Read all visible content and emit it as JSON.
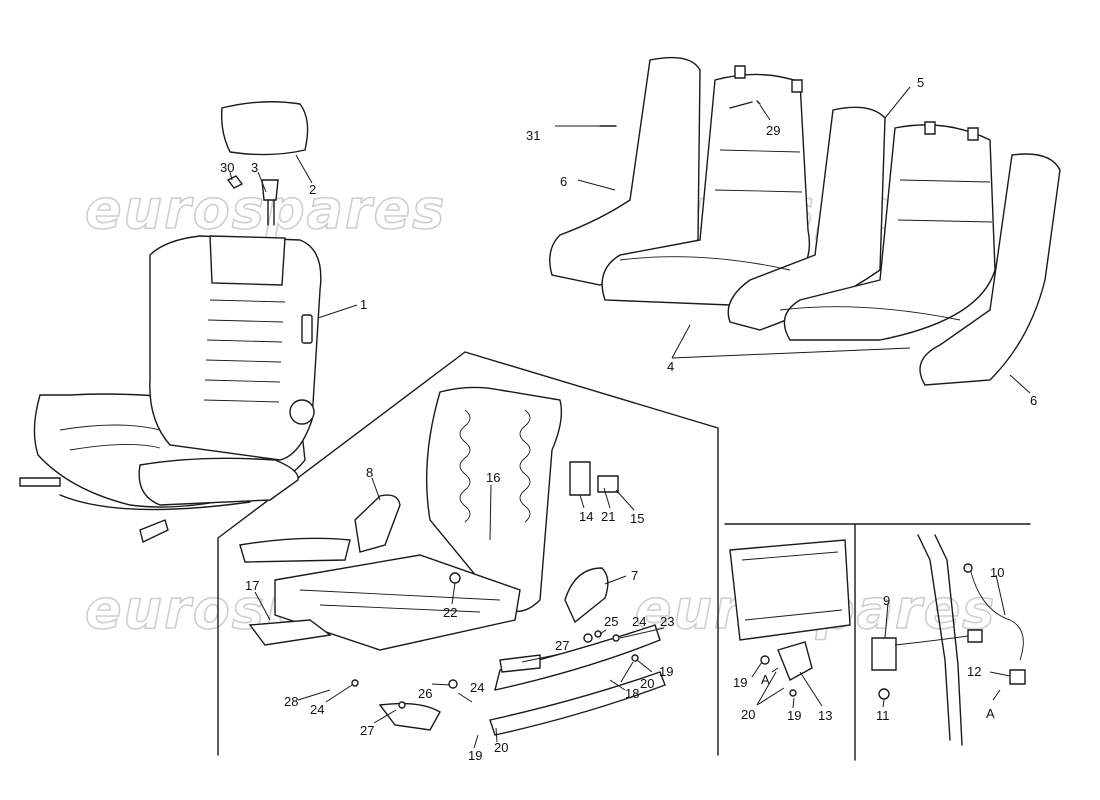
{
  "watermark": "eurospares",
  "callouts": {
    "c1": "1",
    "c2": "2",
    "c3": "3",
    "c4": "4",
    "c5": "5",
    "c6a": "6",
    "c6b": "6",
    "c7": "7",
    "c8": "8",
    "c9": "9",
    "c10": "10",
    "c11": "11",
    "c12": "12",
    "c13": "13",
    "c14": "14",
    "c15": "15",
    "c16": "16",
    "c17": "17",
    "c18": "18",
    "c19a": "19",
    "c19b": "19",
    "c19c": "19",
    "c19d": "19",
    "c20a": "20",
    "c20b": "20",
    "c20c": "20",
    "c21": "21",
    "c22": "22",
    "c23": "23",
    "c24a": "24",
    "c24b": "24",
    "c24c": "24",
    "c25": "25",
    "c26": "26",
    "c27a": "27",
    "c27b": "27",
    "c28": "28",
    "c29": "29",
    "c30": "30",
    "c31": "31",
    "refA1": "A",
    "refA2": "A"
  }
}
